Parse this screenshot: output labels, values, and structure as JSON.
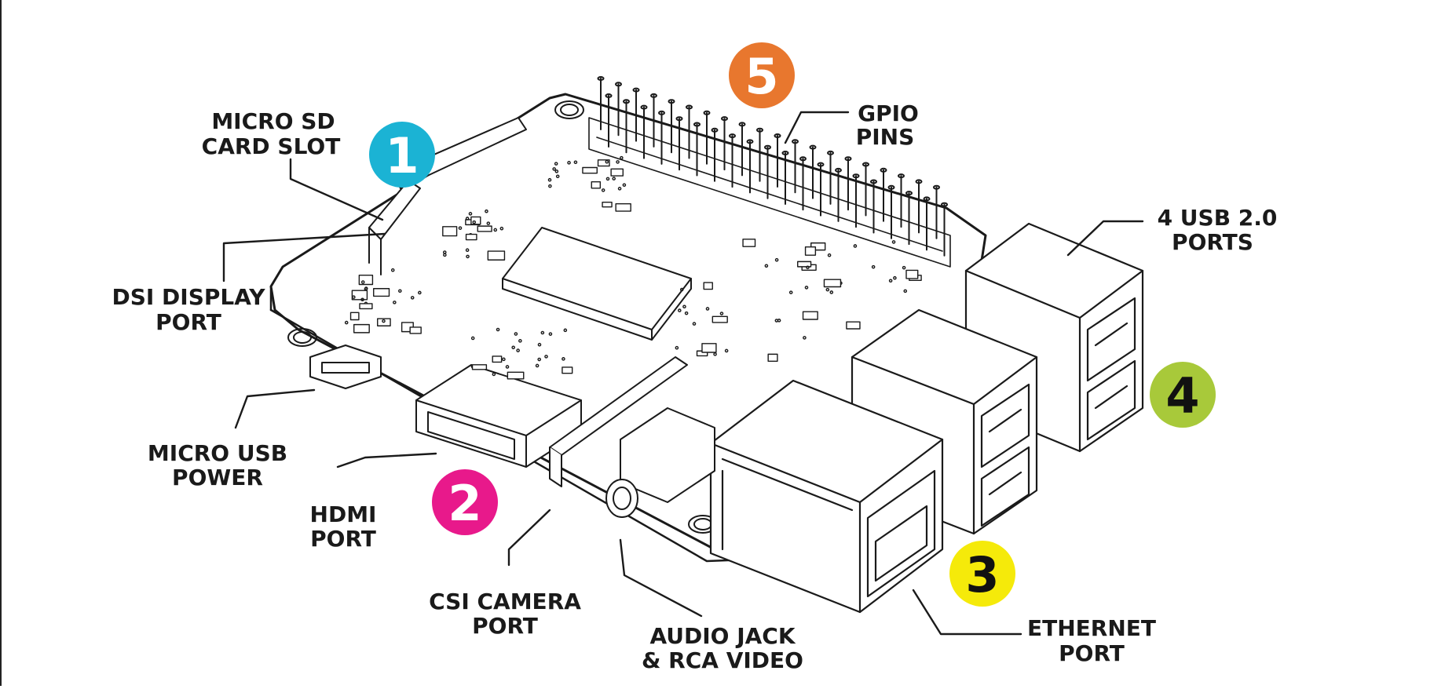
{
  "colors": {
    "badge_1": "#1bb3d4",
    "badge_2": "#e8198b",
    "badge_3": "#f5ea0a",
    "badge_4": "#a8c93a",
    "badge_5": "#e8772e",
    "label": "#1a1a1a",
    "line": "#1a1a1a"
  },
  "badges": [
    {
      "id": "1",
      "text": "1",
      "text_color": "#ffffff"
    },
    {
      "id": "2",
      "text": "2",
      "text_color": "#ffffff"
    },
    {
      "id": "3",
      "text": "3",
      "text_color": "#111111"
    },
    {
      "id": "4",
      "text": "4",
      "text_color": "#111111"
    },
    {
      "id": "5",
      "text": "5",
      "text_color": "#ffffff"
    }
  ],
  "labels": {
    "micro_sd": [
      "MICRO SD",
      "CARD SLOT"
    ],
    "gpio": [
      "GPIO",
      "PINS"
    ],
    "usb": [
      "4 USB 2.0",
      "PORTS"
    ],
    "dsi": [
      "DSI DISPLAY",
      "PORT"
    ],
    "micro_usb": [
      "MICRO USB",
      "POWER"
    ],
    "hdmi": [
      "HDMI",
      "PORT"
    ],
    "csi": [
      "CSI CAMERA",
      "PORT"
    ],
    "audio": [
      "AUDIO JACK",
      "& RCA VIDEO"
    ],
    "ethernet": [
      "ETHERNET",
      "PORT"
    ]
  }
}
